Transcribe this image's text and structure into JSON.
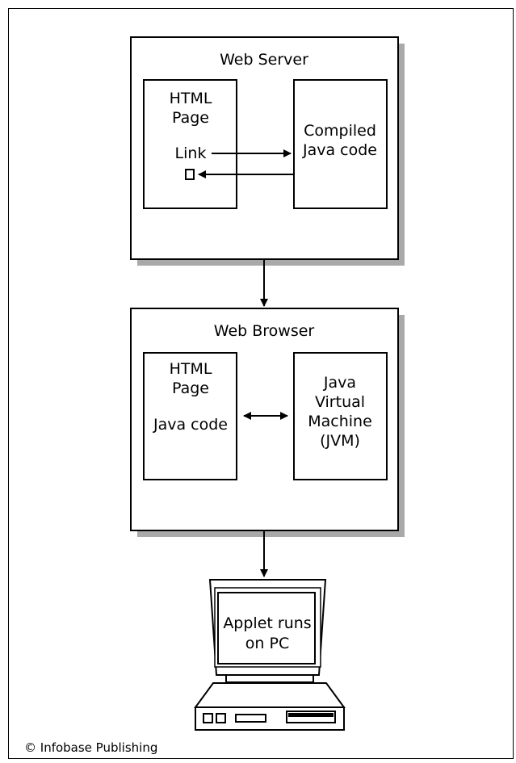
{
  "web_server": {
    "title": "Web Server",
    "html_page": {
      "line1": "HTML",
      "line2": "Page",
      "link": "Link"
    },
    "compiled": {
      "line1": "Compiled",
      "line2": "Java code"
    }
  },
  "web_browser": {
    "title": "Web Browser",
    "html_page": {
      "line1": "HTML",
      "line2": "Page",
      "line3": "Java code"
    },
    "jvm": {
      "line1": "Java",
      "line2": "Virtual",
      "line3": "Machine",
      "line4": "(JVM)"
    }
  },
  "pc": {
    "line1": "Applet runs",
    "line2": "on PC"
  },
  "credit": "© Infobase Publishing"
}
